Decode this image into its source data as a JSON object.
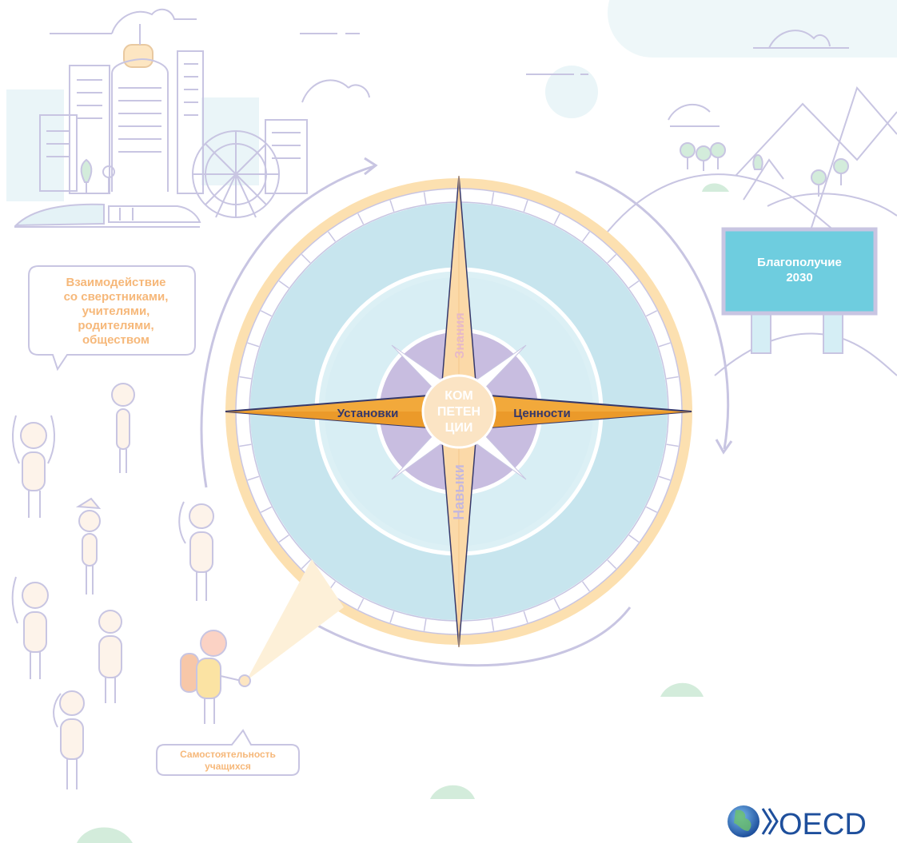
{
  "colors": {
    "outline": "#c8c5e2",
    "ring_orange": "#fce0b0",
    "ring_blue": "#c7e5ee",
    "ring_light": "#d9eff4",
    "inner_purple": "#c8bde0",
    "compass_gold": "#f2a93b",
    "compass_navy": "#35386b",
    "center_cream": "#fbe4c4",
    "sign_blue": "#6ecddf",
    "speech_orange": "#f6b87a",
    "green": "#d3ecdb",
    "person_stroke": "#bbb9d8"
  },
  "diagram": {
    "center_label_lines": [
      "КОМ",
      "ПЕТЕН",
      "ЦИИ"
    ],
    "top_label": "Знания",
    "bottom_label": "Навыки",
    "left_label": "Установки",
    "right_label": "Ценности"
  },
  "speech_bubble": {
    "lines": [
      "Взаимодействие",
      "со сверстниками,",
      "учителями,",
      "родителями,",
      "обществом"
    ]
  },
  "billboard": {
    "lines": [
      "Благополучие",
      "2030"
    ]
  },
  "student_label": {
    "lines": [
      "Самостоятельность",
      "учащихся"
    ]
  },
  "logo": {
    "text": "OECD",
    "icon": "globe-icon"
  }
}
